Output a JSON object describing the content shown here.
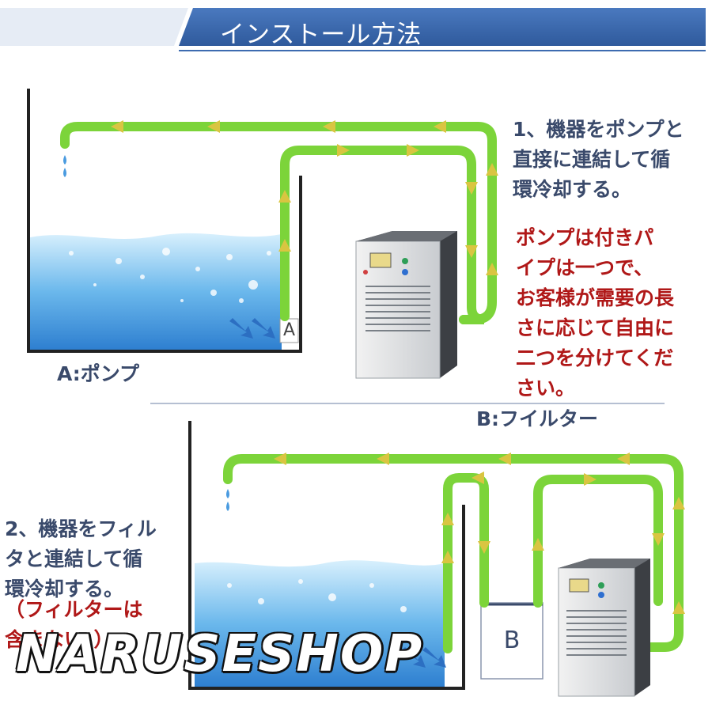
{
  "header": {
    "title": "インストール方法"
  },
  "section_a": {
    "step": "1、機器をポンプと\n直接に連結して循\n環冷却する。",
    "note": "ポンプは付きパ\nイプは一つで、\nお客様が需要の長\nさに応じて自由に\n二つを分けてくだ\nさい。",
    "legend": "A:ポンプ",
    "pump_letter": "A"
  },
  "section_b": {
    "legend": "B:フイルター",
    "step": "2、機器をフィル\nタと連結して循\n環冷却する。",
    "note": "（フィルターは\n含まない。）",
    "filter_letter": "B"
  },
  "watermark": "NARUSESHOP",
  "colors": {
    "header_blue": "#3d6bb0",
    "pipe_green": "#7cd43a",
    "arrow_yellow": "#d9c541",
    "text_dark": "#3a4a6b",
    "text_red": "#b01818",
    "water_blue": "#5aa9e6"
  },
  "icons": [
    "water-drop-icon",
    "flow-arrow-icon",
    "chiller-device-icon"
  ]
}
